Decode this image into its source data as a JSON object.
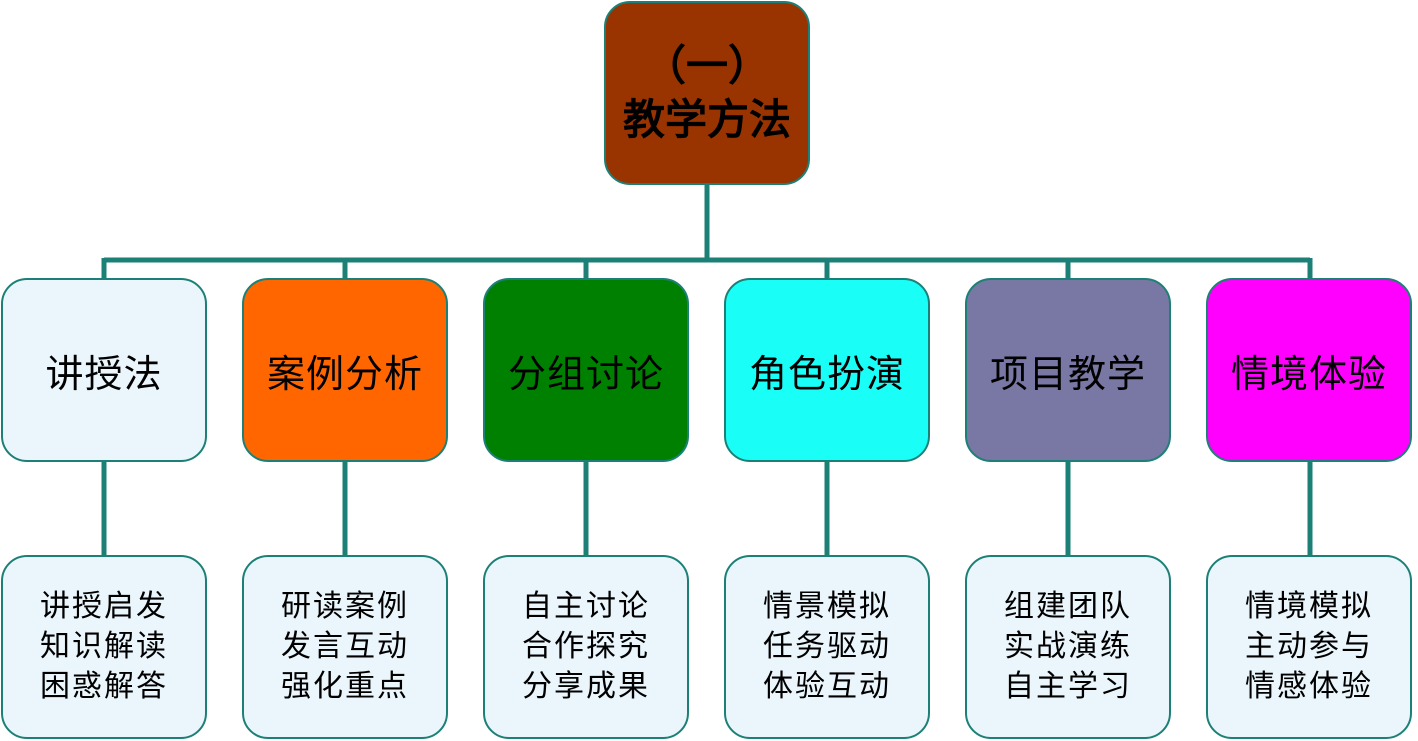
{
  "root": {
    "line1": "（一）",
    "line2": "教学方法",
    "color": "#993300"
  },
  "categories": [
    {
      "label": "讲授法",
      "color": "#eaf6fc",
      "items": [
        "讲授启发",
        "知识解读",
        "困惑解答"
      ]
    },
    {
      "label": "案例分析",
      "color": "#ff6600",
      "items": [
        "研读案例",
        "发言互动",
        "强化重点"
      ]
    },
    {
      "label": "分组讨论",
      "color": "#008000",
      "items": [
        "自主讨论",
        "合作探究",
        "分享成果"
      ]
    },
    {
      "label": "角色扮演",
      "color": "#19fff7",
      "items": [
        "情景模拟",
        "任务驱动",
        "体验互动"
      ]
    },
    {
      "label": "项目教学",
      "color": "#7977a3",
      "items": [
        "组建团队",
        "实战演练",
        "自主学习"
      ]
    },
    {
      "label": "情境体验",
      "color": "#ff00ff",
      "items": [
        "情境模拟",
        "主动参与",
        "情感体验"
      ]
    }
  ],
  "connector_color": "#1d8077"
}
